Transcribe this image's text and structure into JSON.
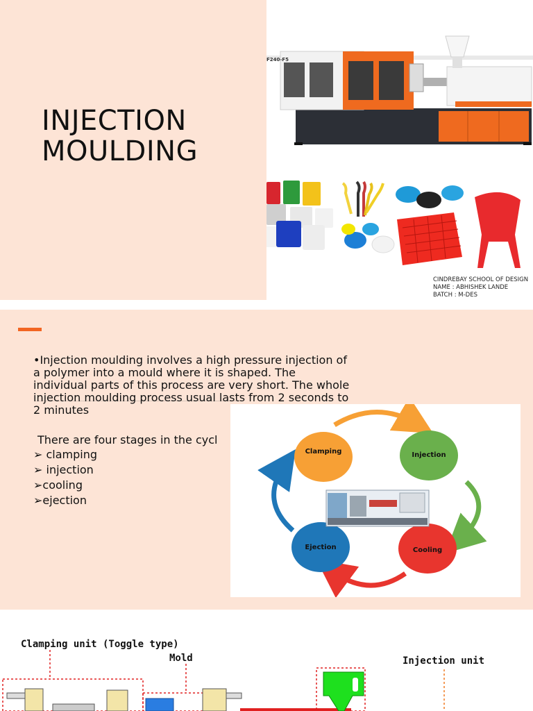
{
  "slide1": {
    "title_line1": "INJECTION",
    "title_line2": "MOULDING",
    "machine_label": "F240-F5",
    "credits": [
      "CINDREBAY SCHOOL OF DESIGN",
      "NAME : ABHISHEK LANDE",
      "BATCH : M-DES"
    ]
  },
  "slide2": {
    "paragraph": "•Injection moulding involves a high pressure injection of a polymer into a mould where it is shaped. The individual parts of this process are very short. The whole injection moulding process usual lasts from 2 seconds to 2 minutes",
    "stages_intro": "There are four stages in the cycl",
    "stages": [
      "➢ clamping",
      "➢ injection",
      "➢cooling",
      "➢ejection"
    ],
    "cycle": {
      "clamping": "Clamping",
      "injection": "Injection",
      "cooling": "Cooling",
      "ejection": "Ejection"
    },
    "colors": {
      "clamping": "#f7a035",
      "injection": "#6ab04c",
      "cooling": "#e8352e",
      "ejection": "#1f77b8"
    }
  },
  "slide3": {
    "clamping_label": "Clamping unit (Toggle type)",
    "mold_label": "Mold",
    "injection_label": "Injection unit"
  }
}
